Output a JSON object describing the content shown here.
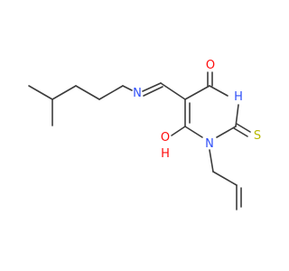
{
  "molecule": {
    "atoms": {
      "o_top": {
        "symbol": "O",
        "color": "#ff0d0d"
      },
      "nh": {
        "symbol": "H",
        "color": "#3050f8"
      },
      "n_imine": {
        "symbol": "N",
        "color": "#3050f8"
      },
      "n_ring": {
        "symbol": "N",
        "color": "#3050f8"
      },
      "s": {
        "symbol": "S",
        "color": "#b8b800"
      },
      "oh_o": {
        "symbol": "O",
        "color": "#ff0d0d"
      },
      "oh_h": {
        "symbol": "H",
        "color": "#ff0d0d"
      }
    },
    "bond_color": "#3c3c3c"
  }
}
